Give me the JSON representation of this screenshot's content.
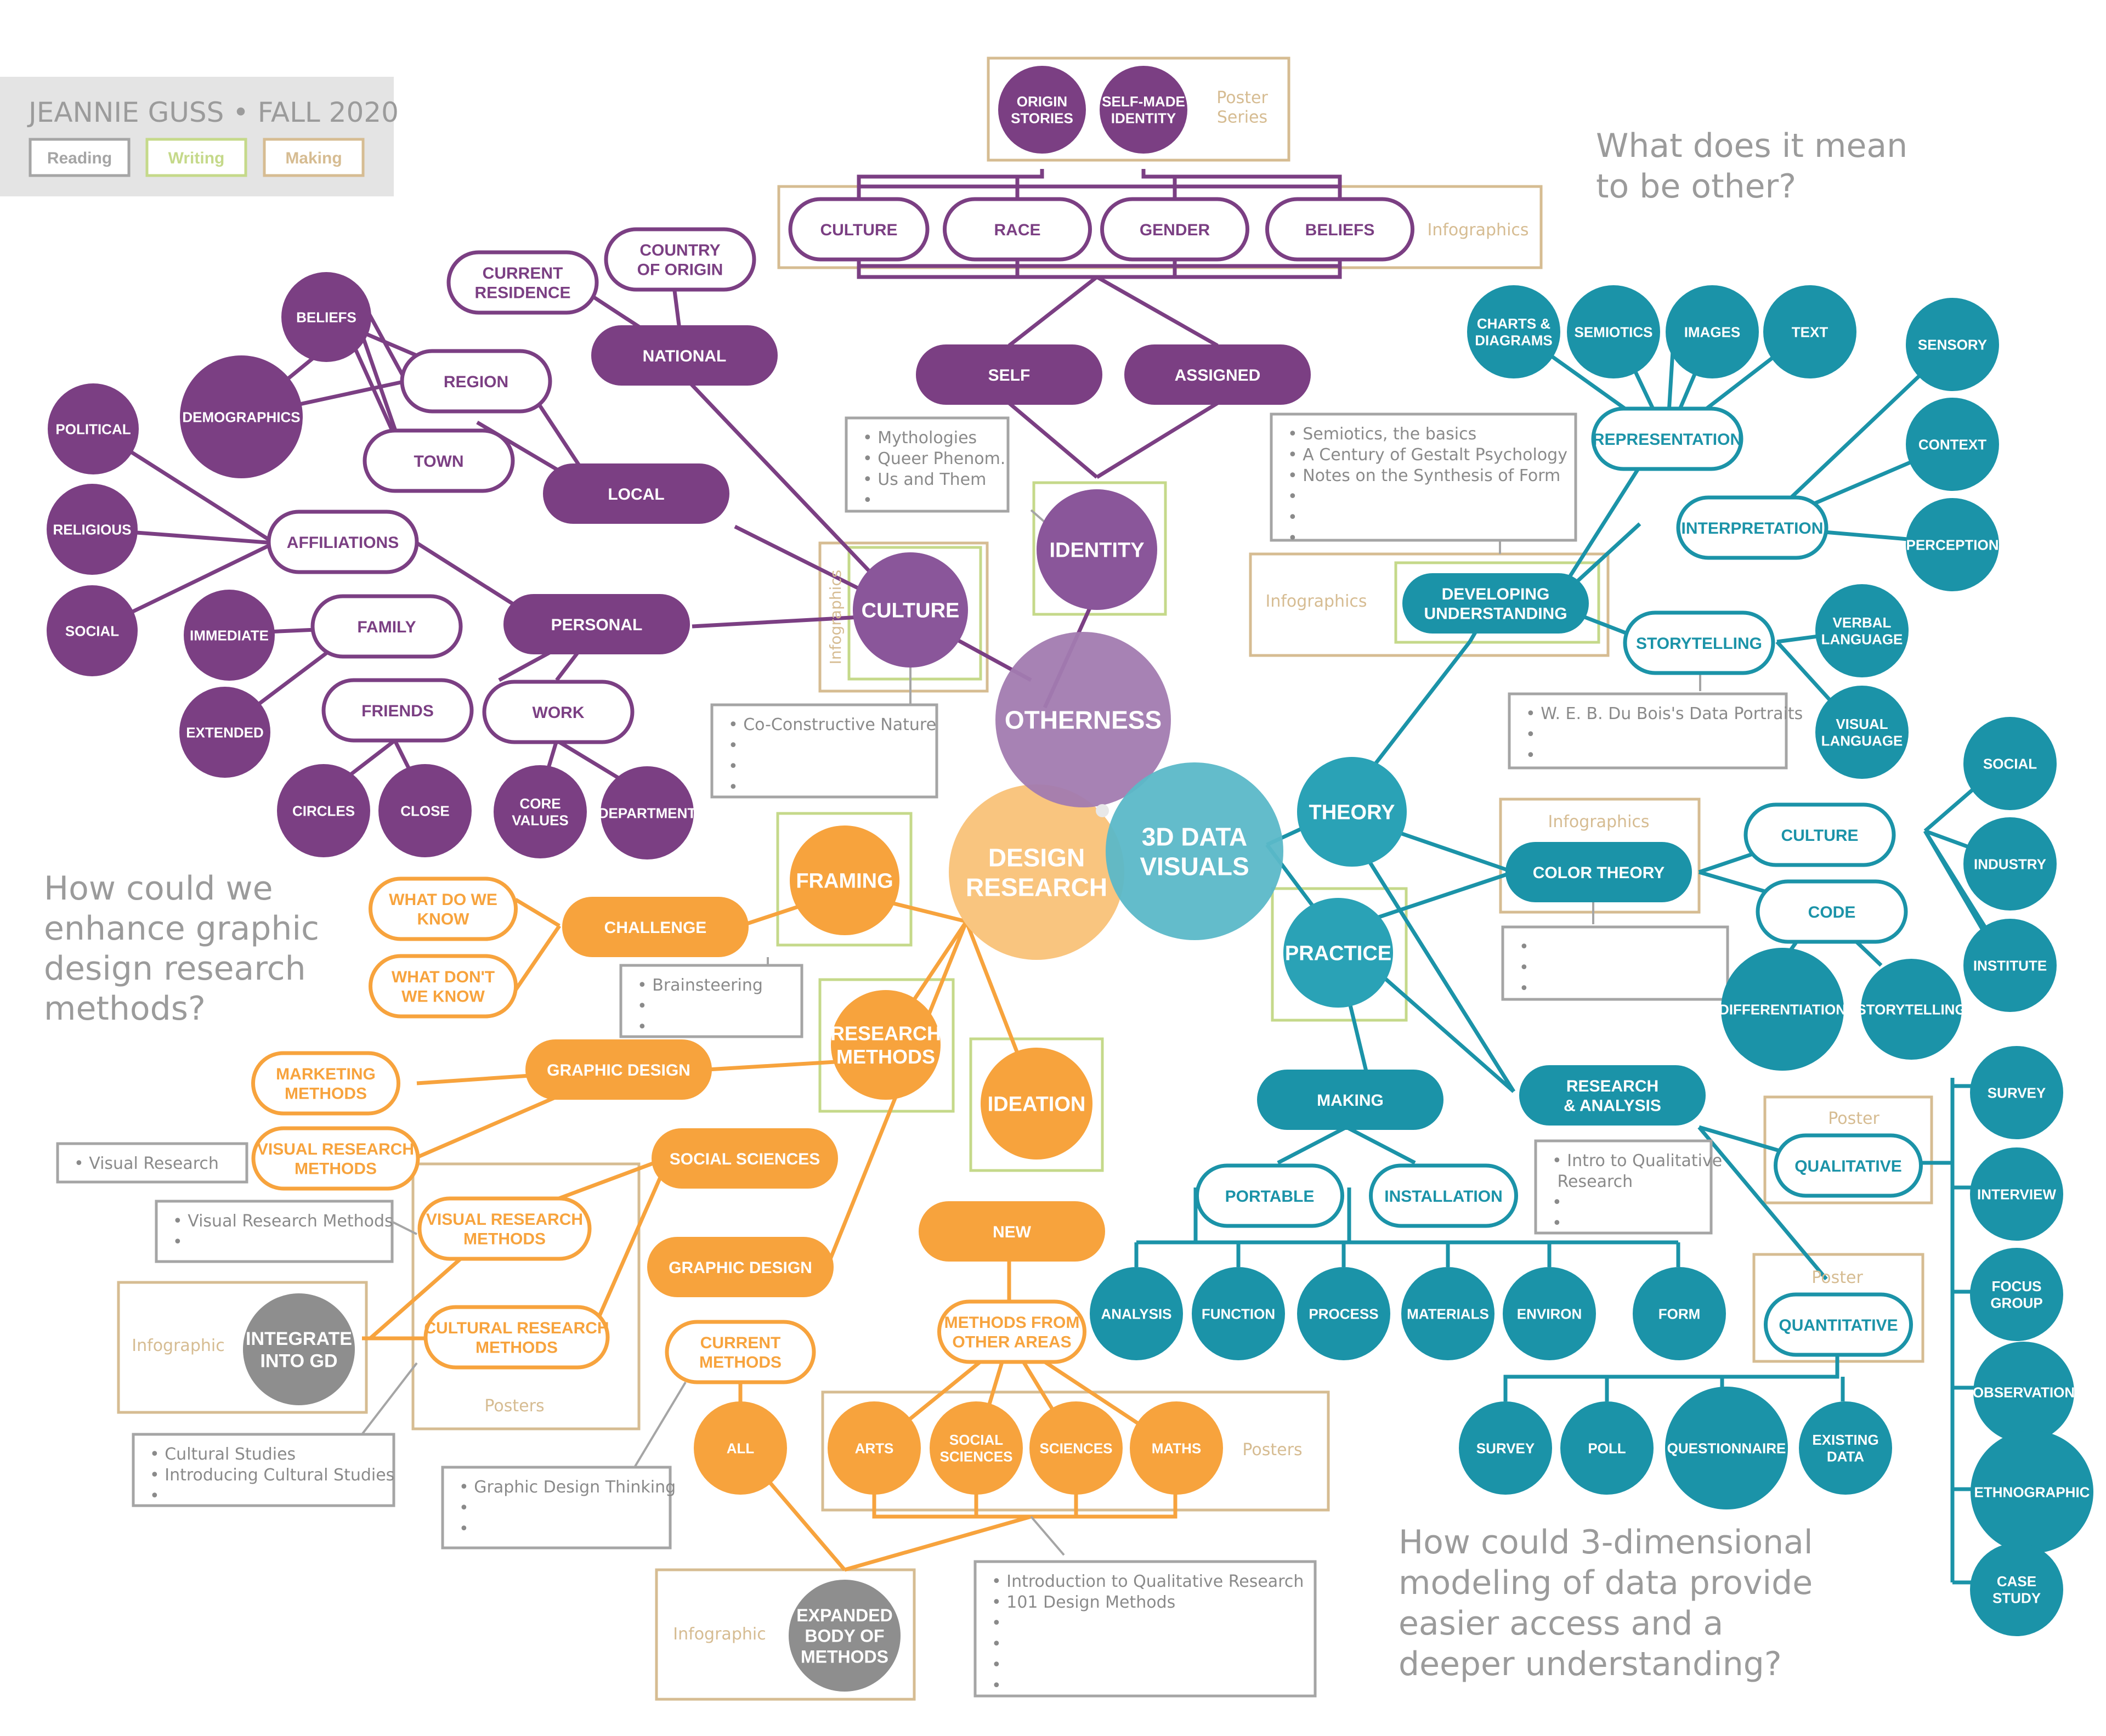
{
  "header": {
    "author": "JEANNIE GUSS",
    "bullet": "•",
    "term": "FALL 2020"
  },
  "legend": {
    "reading": "Reading",
    "writing": "Writing",
    "making": "Making"
  },
  "colors": {
    "purple": "#7b3f83",
    "orange": "#f7a33d",
    "teal": "#1b93a8",
    "gray": "#8e8e8e",
    "reading": "#a5a5a5",
    "writing": "#c5d98a",
    "making": "#d6bc92",
    "purple_light": "#a27bb0",
    "orange_light": "#f9c57f",
    "teal_light": "#5bb8c8"
  },
  "questions": {
    "q1": [
      "What does it mean",
      "to be other?"
    ],
    "q2": [
      "How could we",
      "enhance graphic",
      "design research",
      "methods?"
    ],
    "q3": [
      "How could 3-dimensional",
      "modeling of data provide",
      "easier access and a",
      "deeper understanding?"
    ]
  },
  "hubs": {
    "otherness": [
      "OTHERNESS"
    ],
    "design_research": [
      "DESIGN",
      "RESEARCH"
    ],
    "data_visuals": [
      "3D DATA",
      "VISUALS"
    ]
  },
  "purple": {
    "origin_stories": [
      "ORIGIN",
      "STORIES"
    ],
    "self_made_identity": [
      "SELF-MADE",
      "IDENTITY"
    ],
    "poster_series": [
      "Poster",
      "Series"
    ],
    "culture": [
      "CULTURE"
    ],
    "race": [
      "RACE"
    ],
    "gender": [
      "GENDER"
    ],
    "beliefs": [
      "BELIEFS"
    ],
    "infographics": [
      "Infographics"
    ],
    "self": [
      "SELF"
    ],
    "assigned": [
      "ASSIGNED"
    ],
    "identity": [
      "IDENTITY"
    ],
    "culture_hub": [
      "CULTURE"
    ],
    "culture_hub_tag": [
      "Infographics"
    ],
    "identity_notes": [
      "• Mythologies",
      "• Queer Phenom.",
      "• Us and Them",
      "•"
    ],
    "culture_notes": [
      "• Co-Constructive Nature",
      "•",
      "•",
      "•"
    ],
    "current_residence": [
      "CURRENT",
      "RESIDENCE"
    ],
    "country_of_origin": [
      "COUNTRY",
      "OF ORIGIN"
    ],
    "national": [
      "NATIONAL"
    ],
    "region": [
      "REGION"
    ],
    "town": [
      "TOWN"
    ],
    "local": [
      "LOCAL"
    ],
    "beliefs_small": [
      "BELIEFS"
    ],
    "demographics": [
      "DEMOGRAPHICS"
    ],
    "political": [
      "POLITICAL"
    ],
    "religious": [
      "RELIGIOUS"
    ],
    "social": [
      "SOCIAL"
    ],
    "affiliations": [
      "AFFILIATIONS"
    ],
    "personal": [
      "PERSONAL"
    ],
    "family": [
      "FAMILY"
    ],
    "immediate": [
      "IMMEDIATE"
    ],
    "extended": [
      "EXTENDED"
    ],
    "friends": [
      "FRIENDS"
    ],
    "work": [
      "WORK"
    ],
    "circles": [
      "CIRCLES"
    ],
    "close": [
      "CLOSE"
    ],
    "core_values": [
      "CORE",
      "VALUES"
    ],
    "department": [
      "DEPARTMENT"
    ]
  },
  "orange": {
    "framing": [
      "FRAMING"
    ],
    "challenge": [
      "CHALLENGE"
    ],
    "what_do_we_know": [
      "WHAT DO WE",
      "KNOW"
    ],
    "what_dont_we_know": [
      "WHAT DON'T",
      "WE KNOW"
    ],
    "framing_notes": [
      "• Brainsteering",
      "•",
      "•"
    ],
    "research_methods": [
      "RESEARCH",
      "METHODS"
    ],
    "ideation": [
      "IDEATION"
    ],
    "graphic_design_1": [
      "GRAPHIC DESIGN"
    ],
    "marketing_methods": [
      "MARKETING",
      "METHODS"
    ],
    "visual_research_methods_1": [
      "VISUAL RESEARCH",
      "METHODS"
    ],
    "visual_research_note": [
      "• Visual Research"
    ],
    "social_sciences": [
      "SOCIAL SCIENCES"
    ],
    "visual_research_methods_2": [
      "VISUAL RESEARCH",
      "METHODS"
    ],
    "vrm_notes": [
      "• Visual Research Methods",
      "•"
    ],
    "cultural_research_methods": [
      "CULTURAL RESEARCH",
      "METHODS"
    ],
    "posters_1": [
      "Posters"
    ],
    "infographic_1": [
      "Infographic"
    ],
    "integrate_into_gd": [
      "INTEGRATE",
      "INTO GD"
    ],
    "cultural_notes": [
      "• Cultural Studies",
      "• Introducing Cultural Studies",
      "•"
    ],
    "graphic_design_2": [
      "GRAPHIC DESIGN"
    ],
    "new": [
      "NEW"
    ],
    "current_methods": [
      "CURRENT",
      "METHODS"
    ],
    "methods_other": [
      "METHODS FROM",
      "OTHER AREAS"
    ],
    "all": [
      "ALL"
    ],
    "gd_thinking_notes": [
      "• Graphic Design Thinking",
      "•",
      "•"
    ],
    "arts": [
      "ARTS"
    ],
    "social_sci_small": [
      "SOCIAL",
      "SCIENCES"
    ],
    "sciences": [
      "SCIENCES"
    ],
    "maths": [
      "MATHS"
    ],
    "posters_2": [
      "Posters"
    ],
    "infographic_2": [
      "Infographic"
    ],
    "expanded": [
      "EXPANDED",
      "BODY OF",
      "METHODS"
    ],
    "qual_notes": [
      "• Introduction to Qualitative Research",
      "• 101 Design Methods",
      "•",
      "•",
      "•",
      "•"
    ]
  },
  "teal": {
    "charts_diagrams": [
      "CHARTS &",
      "DIAGRAMS"
    ],
    "semiotics": [
      "SEMIOTICS"
    ],
    "images": [
      "IMAGES"
    ],
    "text": [
      "TEXT"
    ],
    "representation": [
      "REPRESENTATION"
    ],
    "semiotics_notes": [
      "• Semiotics, the basics",
      "• A Century of Gestalt Psychology",
      "• Notes on the Synthesis of Form",
      "•",
      "•",
      "•"
    ],
    "sensory": [
      "SENSORY"
    ],
    "context": [
      "CONTEXT"
    ],
    "perception": [
      "PERCEPTION"
    ],
    "interpretation": [
      "INTERPRETATION"
    ],
    "infographics": [
      "Infographics"
    ],
    "developing": [
      "DEVELOPING",
      "UNDERSTANDING"
    ],
    "storytelling": [
      "STORYTELLING"
    ],
    "verbal_language": [
      "VERBAL",
      "LANGUAGE"
    ],
    "visual_language": [
      "VISUAL",
      "LANGUAGE"
    ],
    "dubois_notes": [
      "• W. E. B. Du Bois's Data Portraits",
      "•",
      "•"
    ],
    "theory": [
      "THEORY"
    ],
    "practice": [
      "PRACTICE"
    ],
    "infographics_2": [
      "Infographics"
    ],
    "color_theory": [
      "COLOR THEORY"
    ],
    "color_notes": [
      "•",
      "•",
      "•"
    ],
    "culture": [
      "CULTURE"
    ],
    "code": [
      "CODE"
    ],
    "social": [
      "SOCIAL"
    ],
    "industry": [
      "INDUSTRY"
    ],
    "institute": [
      "INSTITUTE"
    ],
    "differentiation": [
      "DIFFERENTIATION"
    ],
    "storytelling_2": [
      "STORYTELLING"
    ],
    "making": [
      "MAKING"
    ],
    "research_analysis": [
      "RESEARCH",
      "& ANALYSIS"
    ],
    "portable": [
      "PORTABLE"
    ],
    "installation": [
      "INSTALLATION"
    ],
    "intro_qual_notes": [
      "• Intro to Qualitative",
      "  Research",
      "•",
      "•"
    ],
    "poster_1": [
      "Poster"
    ],
    "qualitative": [
      "QUALITATIVE"
    ],
    "poster_2": [
      "Poster"
    ],
    "quantitative": [
      "QUANTITATIVE"
    ],
    "analysis": [
      "ANALYSIS"
    ],
    "function": [
      "FUNCTION"
    ],
    "process": [
      "PROCESS"
    ],
    "materials": [
      "MATERIALS"
    ],
    "environ": [
      "ENVIRON"
    ],
    "form": [
      "FORM"
    ],
    "survey": [
      "SURVEY"
    ],
    "poll": [
      "POLL"
    ],
    "questionnaire": [
      "QUESTIONNAIRE"
    ],
    "existing_data": [
      "EXISTING",
      "DATA"
    ],
    "survey_r": [
      "SURVEY"
    ],
    "interview": [
      "INTERVIEW"
    ],
    "focus_group": [
      "FOCUS",
      "GROUP"
    ],
    "observation": [
      "OBSERVATION"
    ],
    "ethnographic": [
      "ETHNOGRAPHIC"
    ],
    "case_study": [
      "CASE",
      "STUDY"
    ]
  }
}
